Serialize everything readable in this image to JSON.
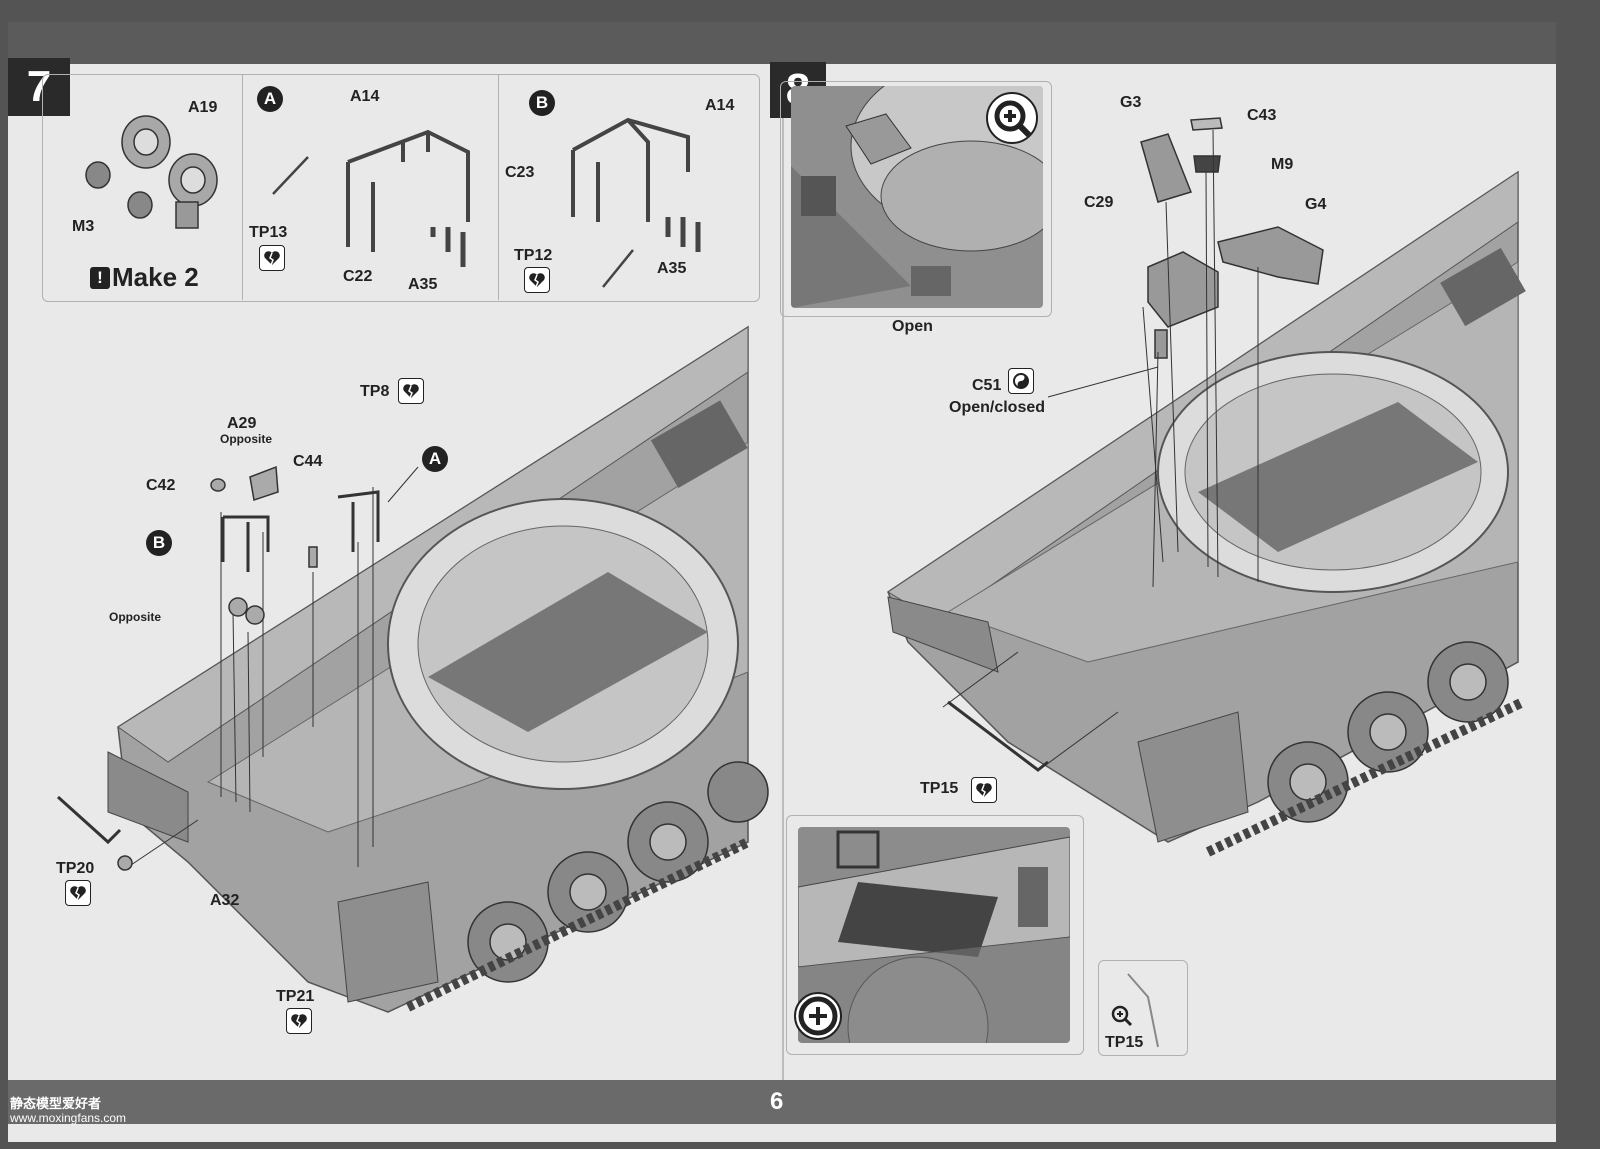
{
  "page": {
    "number": "6"
  },
  "watermark": {
    "site_name": "静态模型爱好者",
    "url": "www.moxingfans.com"
  },
  "step7": {
    "number": "7",
    "sub_a": {
      "marker": "A",
      "labels": {
        "a14": "A14",
        "tp13": "TP13",
        "c22": "C22",
        "a35": "A35"
      }
    },
    "sub_b": {
      "marker": "B",
      "labels": {
        "a14": "A14",
        "c23": "C23",
        "tp12": "TP12",
        "a35": "A35"
      }
    },
    "subassembly": {
      "labels": {
        "a19": "A19",
        "m3": "M3"
      },
      "make_note": "Make 2"
    },
    "main": {
      "labels": {
        "tp8": "TP8",
        "a29": "A29",
        "opposite_top": "Opposite",
        "c44": "C44",
        "c42": "C42",
        "opposite_side": "Opposite",
        "tp20": "TP20",
        "a32": "A32",
        "tp21": "TP21"
      },
      "marker_a": "A",
      "marker_b": "B"
    }
  },
  "step8": {
    "number": "8",
    "inset_top_caption": "Open",
    "labels": {
      "g3": "G3",
      "c43": "C43",
      "m9": "M9",
      "c29": "C29",
      "g4": "G4",
      "c51": "C51",
      "open_closed": "Open/closed",
      "tp15": "TP15",
      "tp15_detail": "TP15"
    }
  },
  "icons": [
    "heart-break-icon",
    "magnify-icon",
    "plus-circle-icon",
    "exclamation-icon",
    "rotate-icon"
  ],
  "colors": {
    "page_bg": "#e9e9e9",
    "band": "#5b5b5b",
    "ink": "#222222",
    "hull": "#9a9a9a"
  }
}
